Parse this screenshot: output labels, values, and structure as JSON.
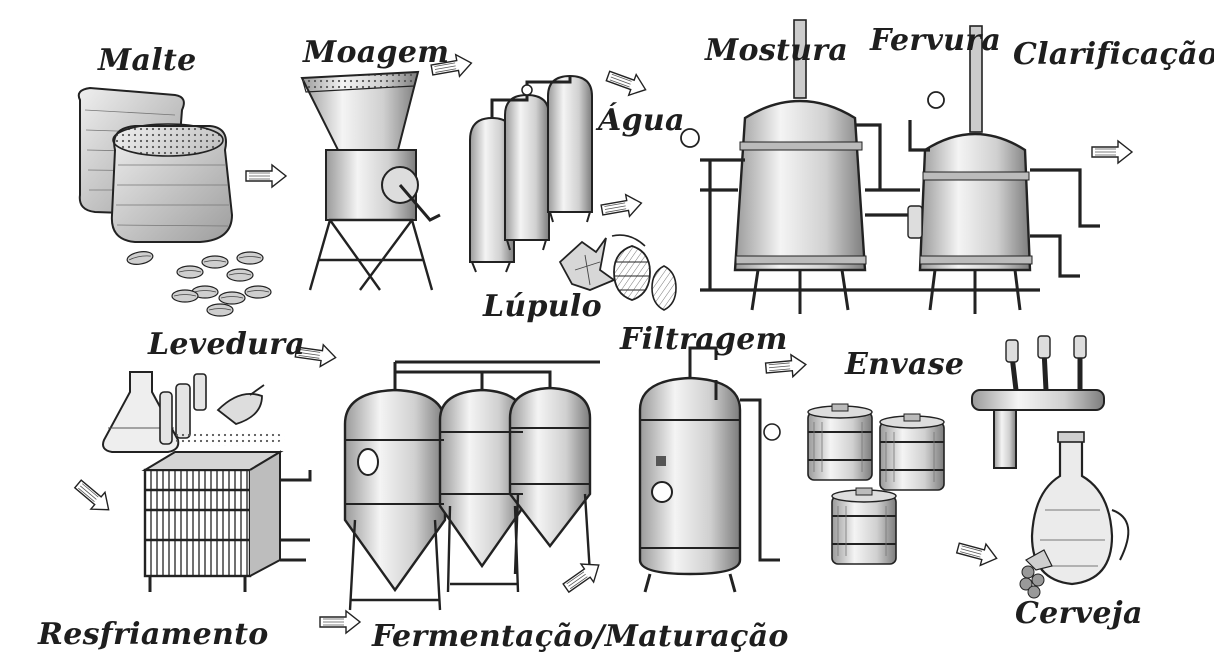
{
  "labels": {
    "malte": "Malte",
    "moagem": "Moagem",
    "agua": "Água",
    "lupulo": "Lúpulo",
    "mostura": "Mostura",
    "fervura": "Fervura",
    "clarificacao": "Clarificação",
    "levedura": "Levedura",
    "resfriamento": "Resfriamento",
    "fermentacao": "Fermentação/Maturação",
    "filtragem": "Filtragem",
    "envase": "Envase",
    "cerveja": "Cerveja"
  },
  "colors": {
    "ink": "#1e1e1e",
    "metal": "#e9e9e9",
    "shade": "#b5b5b5",
    "background": "#ffffff"
  }
}
